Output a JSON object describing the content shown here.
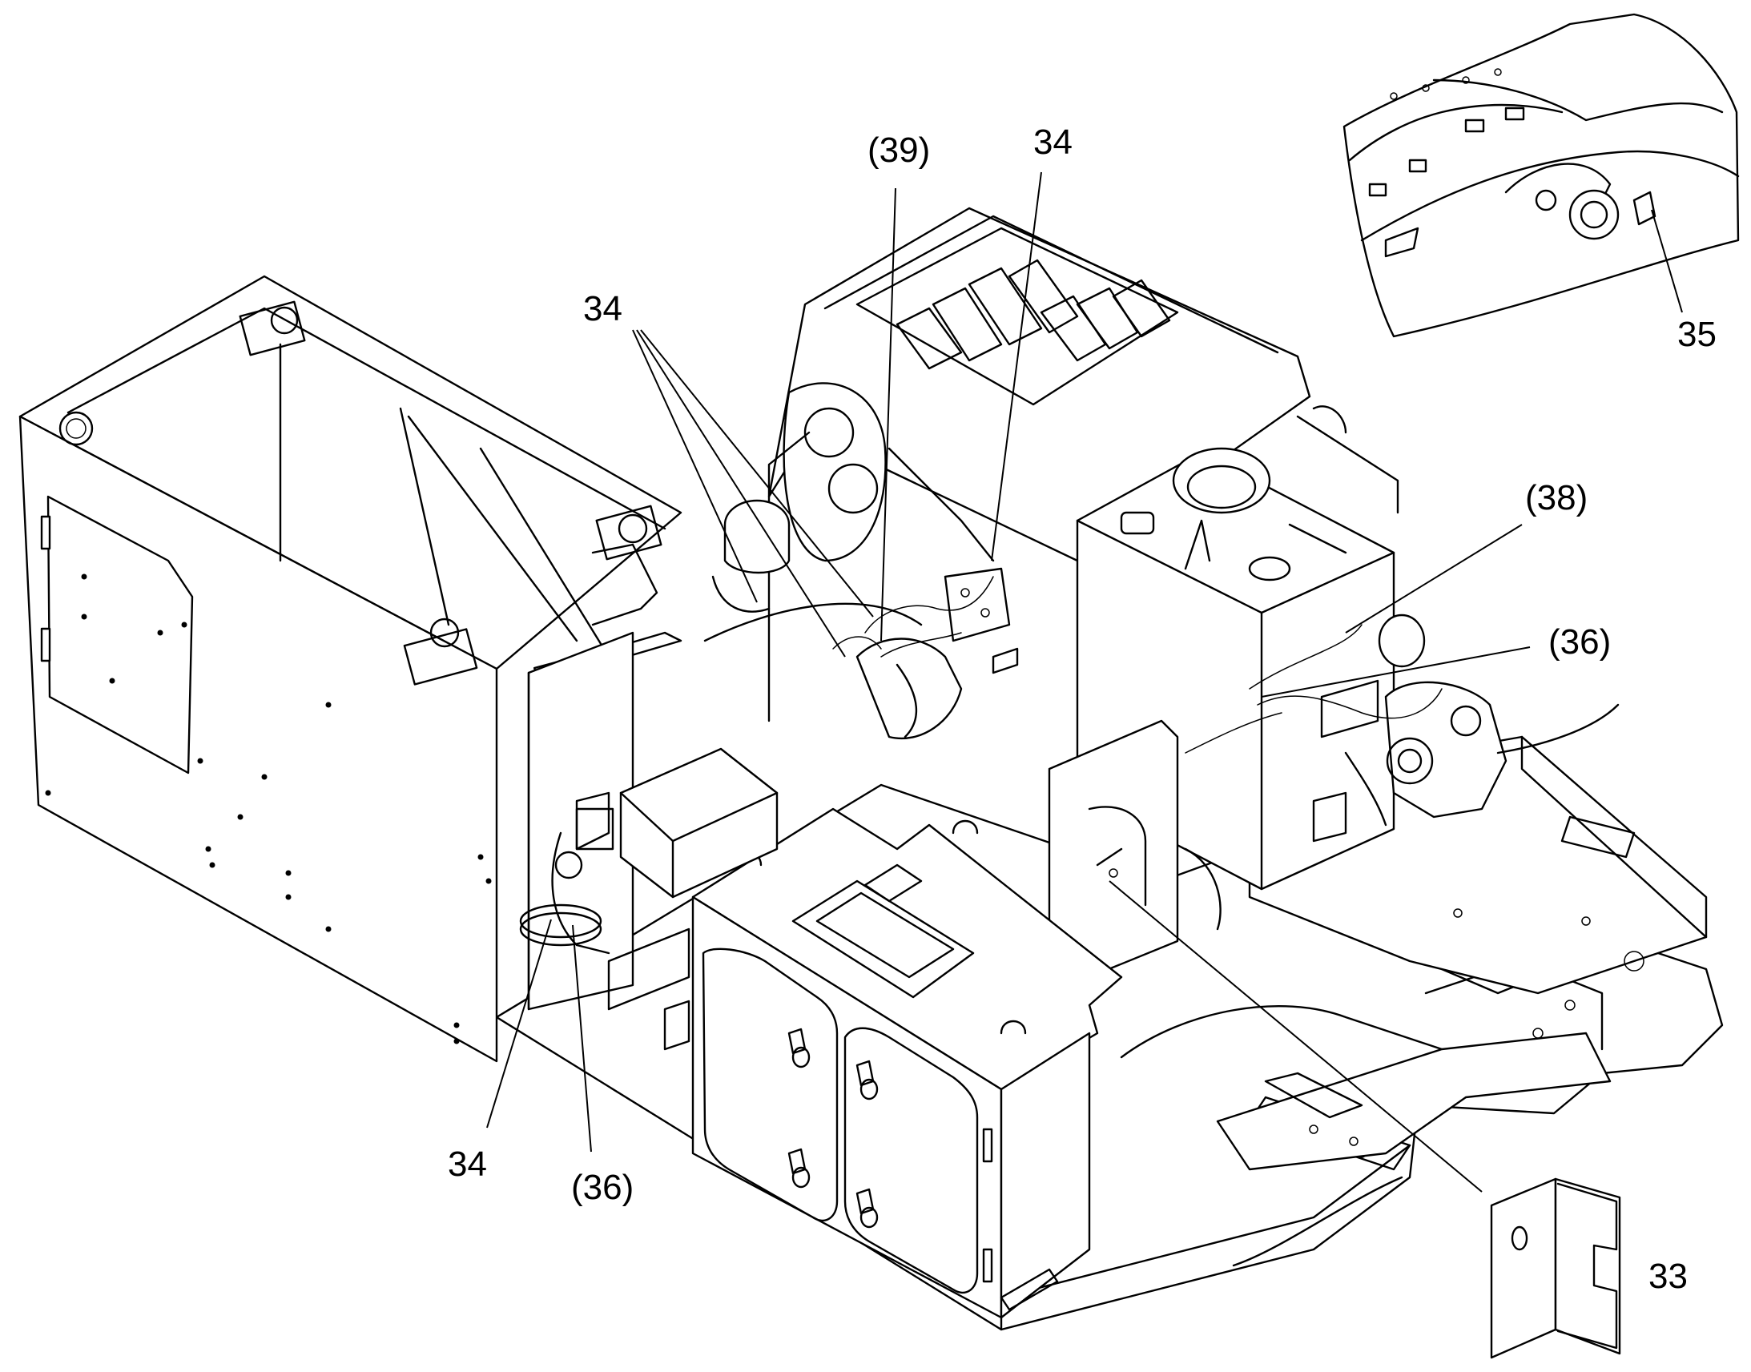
{
  "callouts": {
    "c39_top": "(39)",
    "c34_top": "34",
    "c34_left_group": "34",
    "c35_inset": "35",
    "c38": "(38)",
    "c36_right": "(36)",
    "c34_bottom": "34",
    "c36_bottom": "(36)",
    "c33": "33"
  }
}
